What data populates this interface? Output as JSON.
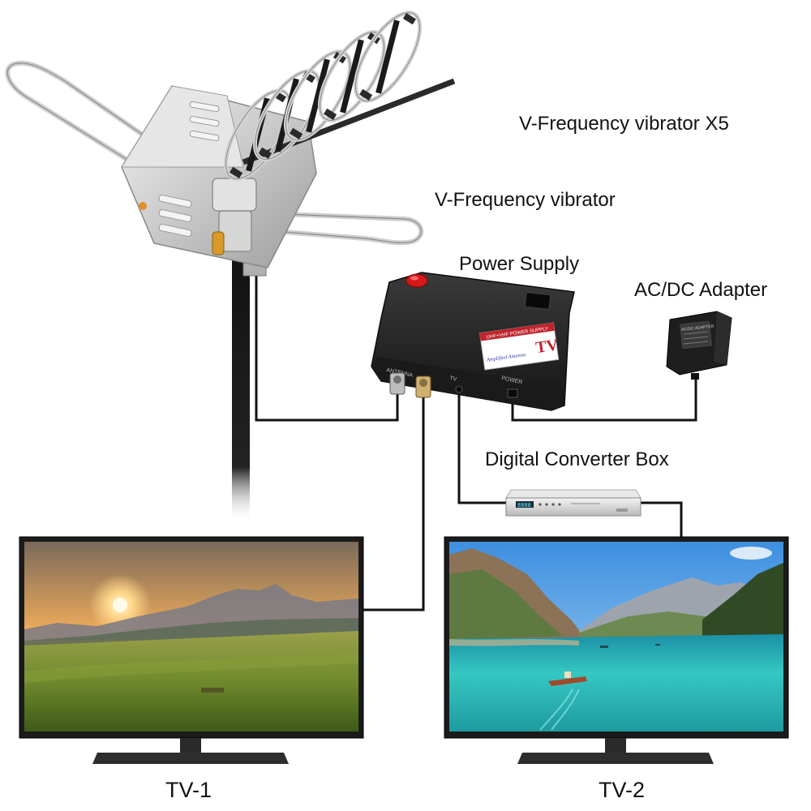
{
  "labels": {
    "vibrator_x5": "V-Frequency vibrator X5",
    "vibrator": "V-Frequency vibrator",
    "power_supply": "Power Supply",
    "ac_dc_adapter": "AC/DC Adapter",
    "converter_box": "Digital Converter Box",
    "tv1": "TV-1",
    "tv2": "TV-2"
  },
  "power_supply_box": {
    "sticker_brand": "TV",
    "sticker_subtitle": "UHF+VHF POWER SUPPLY",
    "sticker_tagline": "Amplified Antenna",
    "port_antenna": "ANTENNA",
    "port_tv": "TV",
    "port_power": "POWER"
  },
  "adapter_sticker": "AC/DC ADAPTER",
  "converter_display": "8888",
  "colors": {
    "cable": "#111111",
    "box_body": "#2a2a2a",
    "button_red": "#d81818",
    "sticker_red": "#c0242c",
    "sticker_blue": "#2f3a9a",
    "sky_tv1": "#f0a44a",
    "grass_tv1": "#6b8a2a",
    "water_tv2": "#2fc6c0",
    "sky_tv2": "#5aa6e6"
  }
}
